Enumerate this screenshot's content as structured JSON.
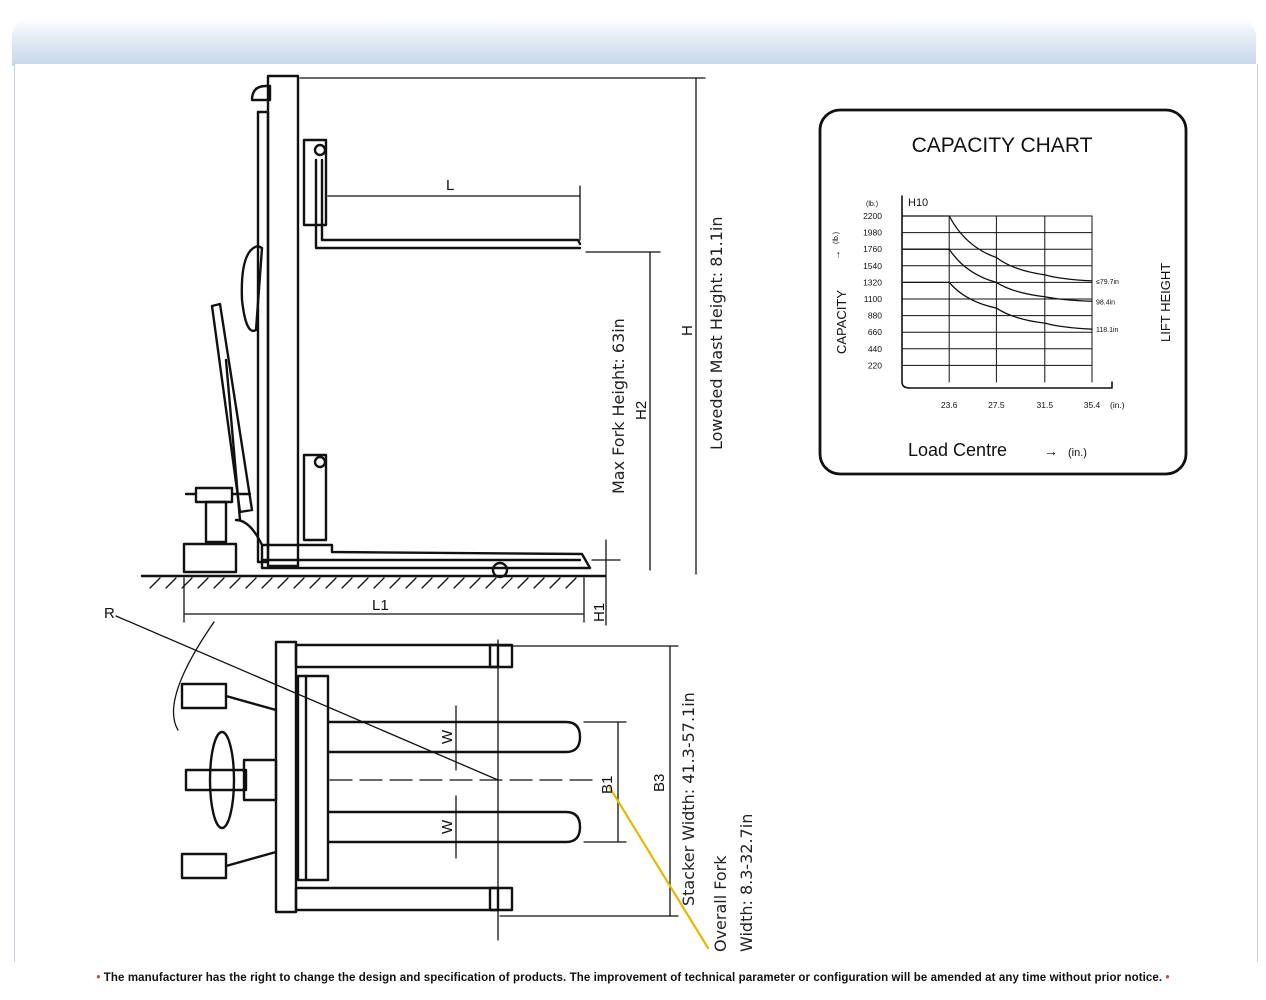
{
  "diagram": {
    "side_view_labels": {
      "fork_length": "L",
      "overall_length": "L1",
      "fork_height": "H1",
      "max_lift": "H2",
      "mast_height": "H",
      "turn_radius": "R"
    },
    "top_view_labels": {
      "fork_width_1": "W",
      "fork_width_2": "W",
      "fork_spread": "B1",
      "overall_width": "B3"
    },
    "annotations": {
      "max_fork_height": "Max Fork Height: 63in",
      "lowered_mast_height": "Loweded Mast Height: 81.1in",
      "stacker_width": "Stacker Width: 41.3-57.1in",
      "overall_fork_line1": "Overall Fork",
      "overall_fork_line2": "Width: 8.3-32.7in"
    },
    "colors": {
      "line": "#111111",
      "annotation": "#222222",
      "pointer": "#e8b800"
    }
  },
  "capacity_chart": {
    "title": "CAPACITY CHART",
    "model": "H10",
    "y_unit": "(lb.)",
    "y_axis_label": "CAPACITY",
    "y_axis_unit": "(lb.)",
    "y_ticks": [
      "2200",
      "1980",
      "1760",
      "1540",
      "1320",
      "1100",
      "880",
      "660",
      "440",
      "220"
    ],
    "x_ticks": [
      "23.6",
      "27.5",
      "31.5",
      "35.4"
    ],
    "x_unit": "(in.)",
    "x_label": "Load Centre",
    "right_label": "LIFT HEIGHT",
    "curve_labels": [
      "≤79.7in",
      "98.4in",
      "118.1in"
    ]
  },
  "chart_data": {
    "type": "line",
    "title": "CAPACITY CHART",
    "xlabel": "Load Centre",
    "ylabel": "CAPACITY",
    "x": [
      19.7,
      23.6,
      27.5,
      31.5,
      35.4
    ],
    "series": [
      {
        "name": "≤79.7in",
        "values": [
          2200,
          2200,
          1650,
          1420,
          1340
        ]
      },
      {
        "name": "98.4in",
        "values": [
          1760,
          1760,
          1320,
          1130,
          1070
        ]
      },
      {
        "name": "118.1in",
        "values": [
          1320,
          1320,
          980,
          780,
          700
        ]
      }
    ],
    "xlim": [
      19.7,
      35.4
    ],
    "ylim": [
      0,
      2200
    ],
    "grid": true
  },
  "footer": {
    "notice": "The manufacturer has the right to change the design and specification of products. The improvement of technical parameter or configuration will be amended at any time without prior notice."
  }
}
